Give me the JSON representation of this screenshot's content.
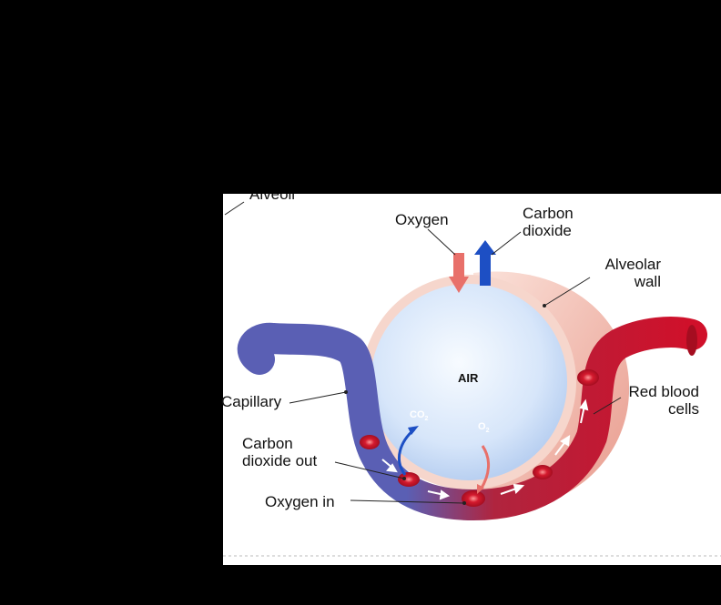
{
  "labels": {
    "alveoli": "Alveoli",
    "oxygen": "Oxygen",
    "carbon_dioxide_line1": "Carbon",
    "carbon_dioxide_line2": "dioxide",
    "alveolar_wall_line1": "Alveolar",
    "alveolar_wall_line2": "wall",
    "air": "AIR",
    "capillary": "Capillary",
    "red_blood_cells_line1": "Red blood",
    "red_blood_cells_line2": "cells",
    "co2_out_line1": "Carbon",
    "co2_out_line2": "dioxide out",
    "oxygen_in": "Oxygen in",
    "co2_symbol": "CO",
    "co2_sub": "2",
    "o2_symbol": "O",
    "o2_sub": "2"
  },
  "colors": {
    "background": "#000000",
    "panel": "#ffffff",
    "alveolus_fill": "#d9e7fb",
    "alveolus_rim": "#f4cfc6",
    "capillary_blue": "#5a5fb4",
    "capillary_red": "#c8102e",
    "oxygen_arrow": "#e8706a",
    "co2_arrow": "#1d4fc4"
  }
}
